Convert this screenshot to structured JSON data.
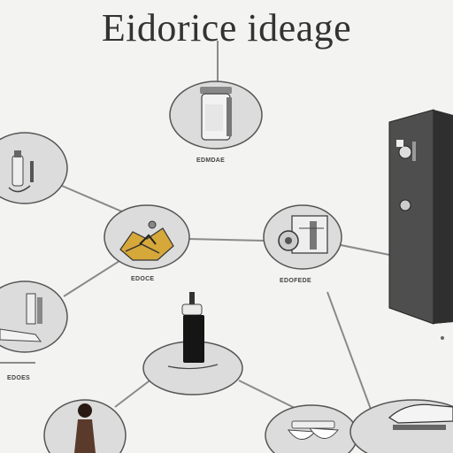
{
  "title": "Eidorice ideage",
  "labels": {
    "top_node": "EDMDAE",
    "center_node": "EDOCE",
    "right_node": "EDOFEDE",
    "left_node": "EDOES"
  },
  "icons": {
    "top_node": "jar-icon",
    "left_top_node": "perfume-bottle-icon",
    "center_node": "jewelry-pile-icon",
    "right_node": "machine-icon",
    "left_node": "kitchen-tools-icon",
    "bottom_center_node": "bottle-icon",
    "bottom_left_node": "vase-icon",
    "bottom_right_node": "bowls-icon",
    "bottom_far_right_node": "shoe-icon",
    "right_cabinet": "cabinet-icon"
  },
  "colors": {
    "node_fill": "#dcdcdc",
    "node_stroke": "#555555",
    "edge": "#8a8a8a",
    "cabinet": "#4a4a4a",
    "accent": "#d6a83a"
  }
}
